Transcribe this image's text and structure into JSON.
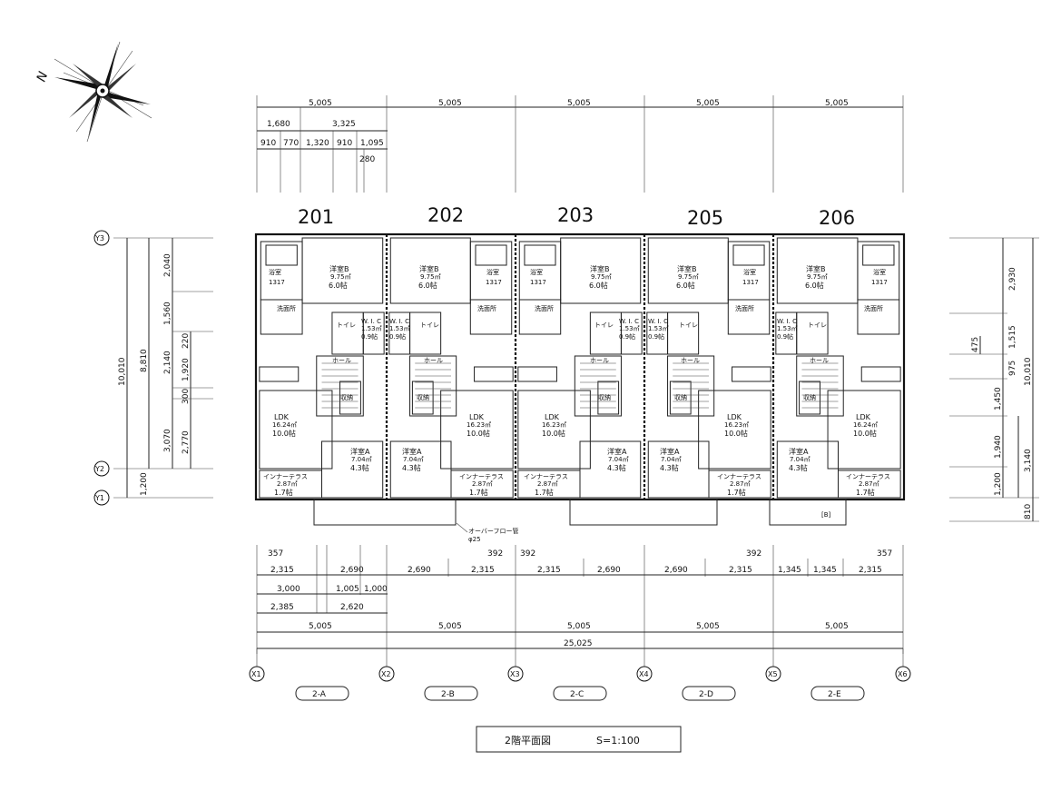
{
  "compass": {
    "north_label": "N",
    "icon": "compass-rose-icon"
  },
  "units": [
    {
      "number": "201",
      "block": "2-A",
      "wc_label": "W. I. C",
      "wc_area": "1.53㎡",
      "wc_tatami": "0.9帖",
      "upper_bedroom": {
        "name": "洋室B",
        "area": "9.75㎡",
        "tatami": "6.0帖"
      },
      "bath": {
        "name": "浴室",
        "size": "1317"
      },
      "washroom": "洗面所",
      "toilet": "トイレ",
      "hall": "ホール",
      "storage": "収納",
      "ldk": {
        "name": "LDK",
        "area": "16.24㎡",
        "tatami": "10.0帖"
      },
      "lower_bedroom": {
        "name": "洋室A",
        "area": "7.04㎡",
        "tatami": "4.3帖"
      },
      "terrace": {
        "name": "インナーテラス",
        "area": "2.87㎡",
        "tatami": "1.7帖"
      }
    },
    {
      "number": "202",
      "block": "2-B",
      "wc_label": "W. I. C",
      "wc_area": "1.53㎡",
      "wc_tatami": "0.9帖",
      "upper_bedroom": {
        "name": "洋室B",
        "area": "9.75㎡",
        "tatami": "6.0帖"
      },
      "bath": {
        "name": "浴室",
        "size": "1317"
      },
      "washroom": "洗面所",
      "toilet": "トイレ",
      "hall": "ホール",
      "storage": "収納",
      "ldk": {
        "name": "LDK",
        "area": "16.23㎡",
        "tatami": "10.0帖"
      },
      "lower_bedroom": {
        "name": "洋室A",
        "area": "7.04㎡",
        "tatami": "4.3帖"
      },
      "terrace": {
        "name": "インナーテラス",
        "area": "2.87㎡",
        "tatami": "1.7帖"
      }
    },
    {
      "number": "203",
      "block": "2-C",
      "wc_label": "W. I. C",
      "wc_area": "1.53㎡",
      "wc_tatami": "0.9帖",
      "upper_bedroom": {
        "name": "洋室B",
        "area": "9.75㎡",
        "tatami": "6.0帖"
      },
      "bath": {
        "name": "浴室",
        "size": "1317"
      },
      "washroom": "洗面所",
      "toilet": "トイレ",
      "hall": "ホール",
      "storage": "収納",
      "ldk": {
        "name": "LDK",
        "area": "16.23㎡",
        "tatami": "10.0帖"
      },
      "lower_bedroom": {
        "name": "洋室A",
        "area": "7.04㎡",
        "tatami": "4.3帖"
      },
      "terrace": {
        "name": "インナーテラス",
        "area": "2.87㎡",
        "tatami": "1.7帖"
      }
    },
    {
      "number": "205",
      "block": "2-D",
      "wc_label": "W. I. C",
      "wc_area": "1.53㎡",
      "wc_tatami": "0.9帖",
      "upper_bedroom": {
        "name": "洋室B",
        "area": "9.75㎡",
        "tatami": "6.0帖"
      },
      "bath": {
        "name": "浴室",
        "size": "1317"
      },
      "washroom": "洗面所",
      "toilet": "トイレ",
      "hall": "ホール",
      "storage": "収納",
      "ldk": {
        "name": "LDK",
        "area": "16.23㎡",
        "tatami": "10.0帖"
      },
      "lower_bedroom": {
        "name": "洋室A",
        "area": "7.04㎡",
        "tatami": "4.3帖"
      },
      "terrace": {
        "name": "インナーテラス",
        "area": "2.87㎡",
        "tatami": "1.7帖"
      }
    },
    {
      "number": "206",
      "block": "2-E",
      "wc_label": "W. I. C",
      "wc_area": "1.53㎡",
      "wc_tatami": "0.9帖",
      "upper_bedroom": {
        "name": "洋室B",
        "area": "9.75㎡",
        "tatami": "6.0帖"
      },
      "bath": {
        "name": "浴室",
        "size": "1317"
      },
      "washroom": "洗面所",
      "toilet": "トイレ",
      "hall": "ホール",
      "storage": "収納",
      "ldk": {
        "name": "LDK",
        "area": "16.24㎡",
        "tatami": "10.0帖"
      },
      "lower_bedroom": {
        "name": "洋室A",
        "area": "7.04㎡",
        "tatami": "4.3帖"
      },
      "terrace": {
        "name": "インナーテラス",
        "area": "2.87㎡",
        "tatami": "1.7帖"
      }
    }
  ],
  "dimensions": {
    "top_row1": [
      "5,005",
      "5,005",
      "5,005",
      "5,005",
      "5,005"
    ],
    "top_row2": [
      "1,680",
      "3,325"
    ],
    "top_row3": [
      "910",
      "770",
      "1,320",
      "910",
      "1,095"
    ],
    "top_small": "280",
    "bottom_row1": [
      "357",
      "392",
      "392",
      "392",
      "357"
    ],
    "bottom_row2": [
      "2,315",
      "2,690",
      "2,690",
      "2,315",
      "2,315",
      "2,690",
      "2,690",
      "2,315",
      "1,345",
      "1,345",
      "2,315"
    ],
    "bottom_row3": [
      "3,000",
      "1,005",
      "1,000"
    ],
    "bottom_row4": [
      "2,385",
      "2,620"
    ],
    "bottom_row5": [
      "5,005",
      "5,005",
      "5,005",
      "5,005",
      "5,005"
    ],
    "bottom_total": "25,025",
    "left_outer": "10,010",
    "left_mid": "8,810",
    "left_bottom": "1,200",
    "left_col1": [
      "2,040",
      "1,560",
      "2,140",
      "3,070"
    ],
    "left_col2": [
      "220",
      "1,920",
      "300",
      "2,770"
    ],
    "right_outer": "10,010",
    "right_col1": [
      "2,930",
      "1,515",
      "975",
      "1,450",
      "1,940",
      "1,200"
    ],
    "right_col2": [
      "475",
      "3,140"
    ],
    "right_bottom": "810"
  },
  "axes": {
    "x": [
      "X1",
      "X2",
      "X3",
      "X4",
      "X5",
      "X6"
    ],
    "y": [
      "Y3",
      "Y2",
      "Y1"
    ]
  },
  "overflow_note": [
    "オーバーフロー管",
    "φ25"
  ],
  "balcony_mark": "[B]",
  "title": {
    "name": "2階平面図",
    "scale": "S=1:100"
  }
}
